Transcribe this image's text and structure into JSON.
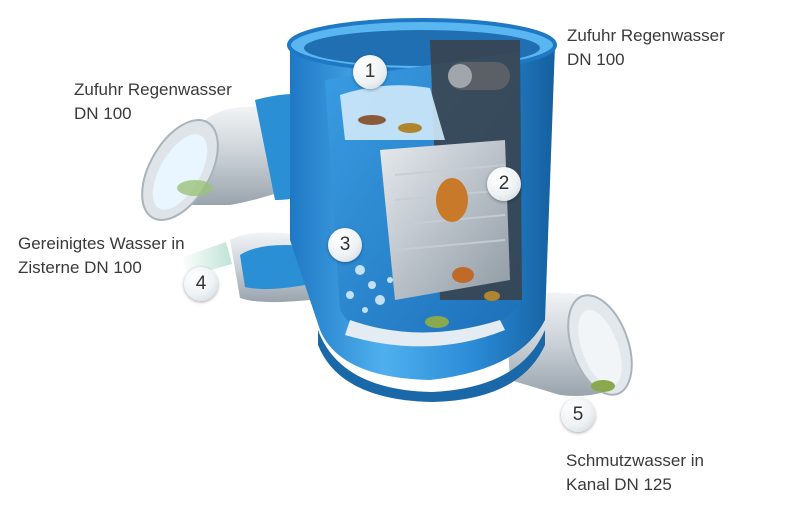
{
  "labels": {
    "inlet_top_right": {
      "line1": "Zufuhr Regenwasser",
      "line2": "DN 100"
    },
    "inlet_left": {
      "line1": "Zufuhr Regenwasser",
      "line2": "DN 100"
    },
    "clean_outlet": {
      "line1": "Gereinigtes Wasser in",
      "line2": "Zisterne DN 100"
    },
    "waste_outlet": {
      "line1": "Schmutzwasser in",
      "line2": "Kanal DN 125"
    }
  },
  "badges": [
    "1",
    "2",
    "3",
    "4",
    "5"
  ],
  "colors": {
    "tank_blue": "#2b8fd6",
    "tank_dark": "#1565a8",
    "pipe_grey": "#d8dde2",
    "text": "#3a3a3a"
  }
}
